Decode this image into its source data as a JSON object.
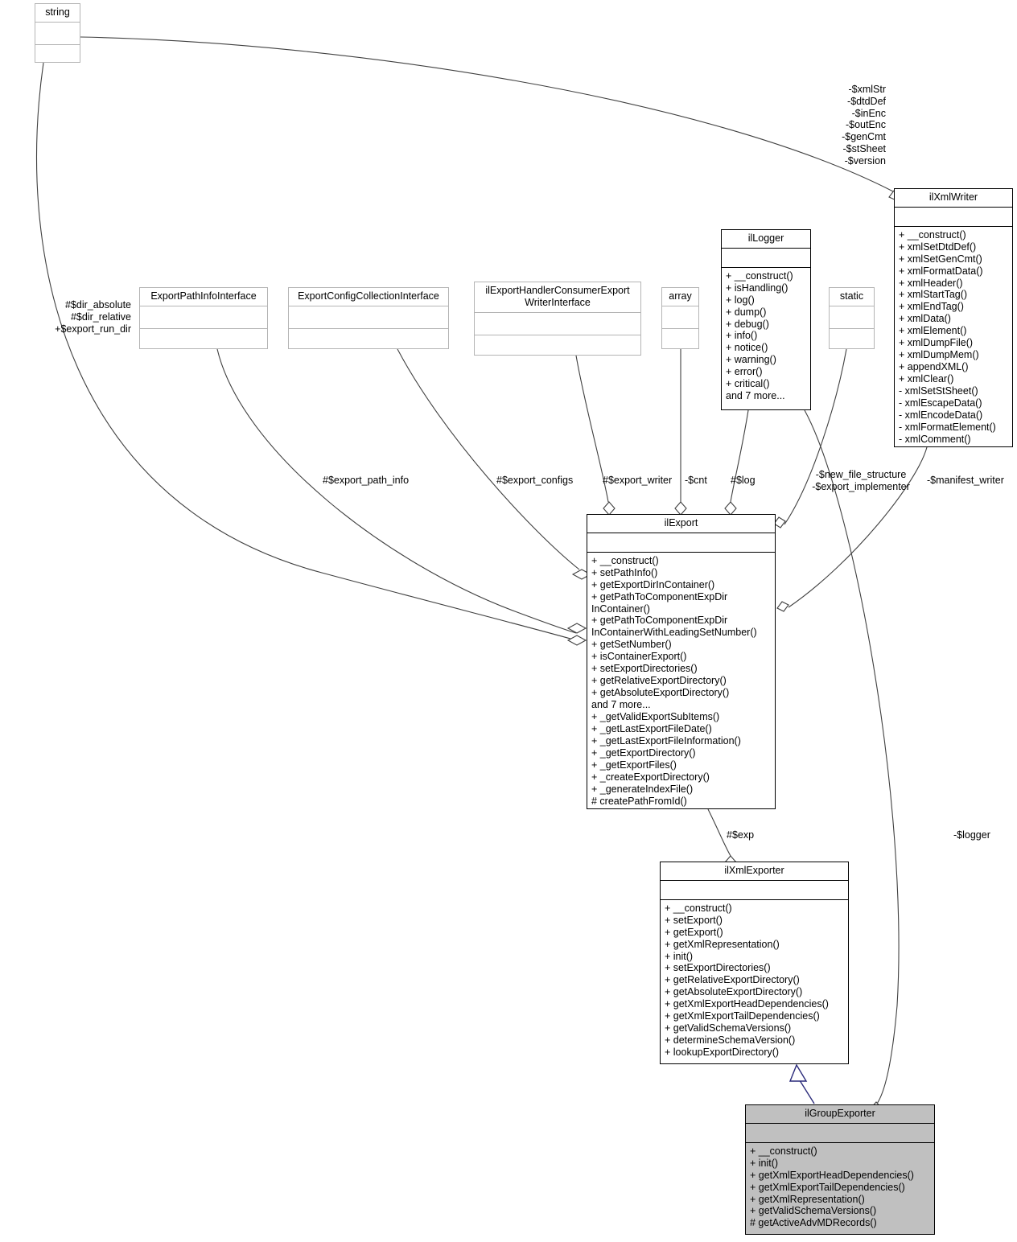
{
  "diagram": {
    "kind": "uml-class-diagram",
    "colors": {
      "background": "#ffffff",
      "box_border_strong": "#000000",
      "box_border_light": "#b4b4b4",
      "box_fill": "#ffffff",
      "highlight_fill": "#c0c0c0",
      "edge": "#404040",
      "inheritance_edge": "#2a2a7a",
      "text": "#000000"
    }
  },
  "classes": {
    "string": {
      "name": "string",
      "attributes": [],
      "operations": []
    },
    "export_path_info_interface": {
      "name": "ExportPathInfoInterface",
      "attributes": [],
      "operations": []
    },
    "export_config_collection_interface": {
      "name": "ExportConfigCollectionInterface",
      "attributes": [],
      "operations": []
    },
    "il_export_handler_consumer_export_writer_interface": {
      "name": "ilExportHandlerConsumerExport\nWriterInterface",
      "attributes": [],
      "operations": []
    },
    "array": {
      "name": "array",
      "attributes": [],
      "operations": []
    },
    "static": {
      "name": "static",
      "attributes": [],
      "operations": []
    },
    "il_logger": {
      "name": "ilLogger",
      "attributes": [],
      "operations": [
        "+ __construct()",
        "+ isHandling()",
        "+ log()",
        "+ dump()",
        "+ debug()",
        "+ info()",
        "+ notice()",
        "+ warning()",
        "+ error()",
        "+ critical()",
        "and 7 more..."
      ]
    },
    "il_xml_writer": {
      "name": "ilXmlWriter",
      "attributes": [],
      "operations": [
        "+ __construct()",
        "+ xmlSetDtdDef()",
        "+ xmlSetGenCmt()",
        "+ xmlFormatData()",
        "+ xmlHeader()",
        "+ xmlStartTag()",
        "+ xmlEndTag()",
        "+ xmlData()",
        "+ xmlElement()",
        "+ xmlDumpFile()",
        "+ xmlDumpMem()",
        "+ appendXML()",
        "+ xmlClear()",
        "- xmlSetStSheet()",
        "- xmlEscapeData()",
        "- xmlEncodeData()",
        "- xmlFormatElement()",
        "- xmlComment()"
      ]
    },
    "il_export": {
      "name": "ilExport",
      "attributes": [],
      "operations": [
        "+ __construct()",
        "+ setPathInfo()",
        "+ getExportDirInContainer()",
        "+ getPathToComponentExpDir",
        "InContainer()",
        "+ getPathToComponentExpDir",
        "InContainerWithLeadingSetNumber()",
        "+ getSetNumber()",
        "+ isContainerExport()",
        "+ setExportDirectories()",
        "+ getRelativeExportDirectory()",
        "+ getAbsoluteExportDirectory()",
        "and 7 more...",
        "+ _getValidExportSubItems()",
        "+ _getLastExportFileDate()",
        "+ _getLastExportFileInformation()",
        "+ _getExportDirectory()",
        "+ _getExportFiles()",
        "+ _createExportDirectory()",
        "+ _generateIndexFile()",
        "# createPathFromId()"
      ]
    },
    "il_xml_exporter": {
      "name": "ilXmlExporter",
      "attributes": [],
      "operations": [
        "+ __construct()",
        "+ setExport()",
        "+ getExport()",
        "+ getXmlRepresentation()",
        "+ init()",
        "+ setExportDirectories()",
        "+ getRelativeExportDirectory()",
        "+ getAbsoluteExportDirectory()",
        "+ getXmlExportHeadDependencies()",
        "+ getXmlExportTailDependencies()",
        "+ getValidSchemaVersions()",
        "+ determineSchemaVersion()",
        "+ lookupExportDirectory()"
      ]
    },
    "il_group_exporter": {
      "name": "ilGroupExporter",
      "attributes": [],
      "operations": [
        "+ __construct()",
        "+ init()",
        "+ getXmlExportHeadDependencies()",
        "+ getXmlExportTailDependencies()",
        "+ getXmlRepresentation()",
        "+ getValidSchemaVersions()",
        "# getActiveAdvMDRecords()"
      ]
    }
  },
  "edge_labels": {
    "string_to_il_export": "#$dir_absolute\n#$dir_relative\n+$export_run_dir",
    "string_to_il_xml_writer": "-$xmlStr\n-$dtdDef\n-$inEnc\n-$outEnc\n-$genCmt\n-$stSheet\n-$version",
    "export_path_info": "#$export_path_info",
    "export_configs": "#$export_configs",
    "export_writer": "#$export_writer",
    "cnt": "-$cnt",
    "log": "#$log",
    "new_file_structure": "-$new_file_structure\n-$export_implementer",
    "manifest_writer": "-$manifest_writer",
    "exp": "#$exp",
    "logger": "-$logger"
  }
}
